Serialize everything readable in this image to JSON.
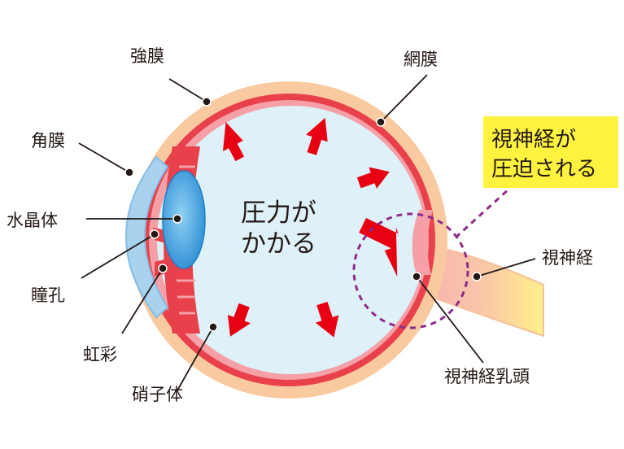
{
  "labels": {
    "sclera": "強膜",
    "retina": "網膜",
    "cornea": "角膜",
    "lens": "水晶体",
    "pupil": "瞳孔",
    "iris": "虹彩",
    "vitreous": "硝子体",
    "optic_nerve": "視神経",
    "optic_disc": "視神経乳頭"
  },
  "center_text": [
    "圧力が",
    "かかる"
  ],
  "callout": [
    "視神経が",
    "圧迫される"
  ],
  "colors": {
    "sclera": "#f9c9a0",
    "retina": "#e8414c",
    "vitreous": "#dff1f8",
    "cornea": "#a9d2ef",
    "lens": "#4ba7e0",
    "arrow": "#e60012",
    "callout_bg": "#fff33f",
    "circle": "#8e2a8a",
    "nerve": "#f7b9bd"
  }
}
